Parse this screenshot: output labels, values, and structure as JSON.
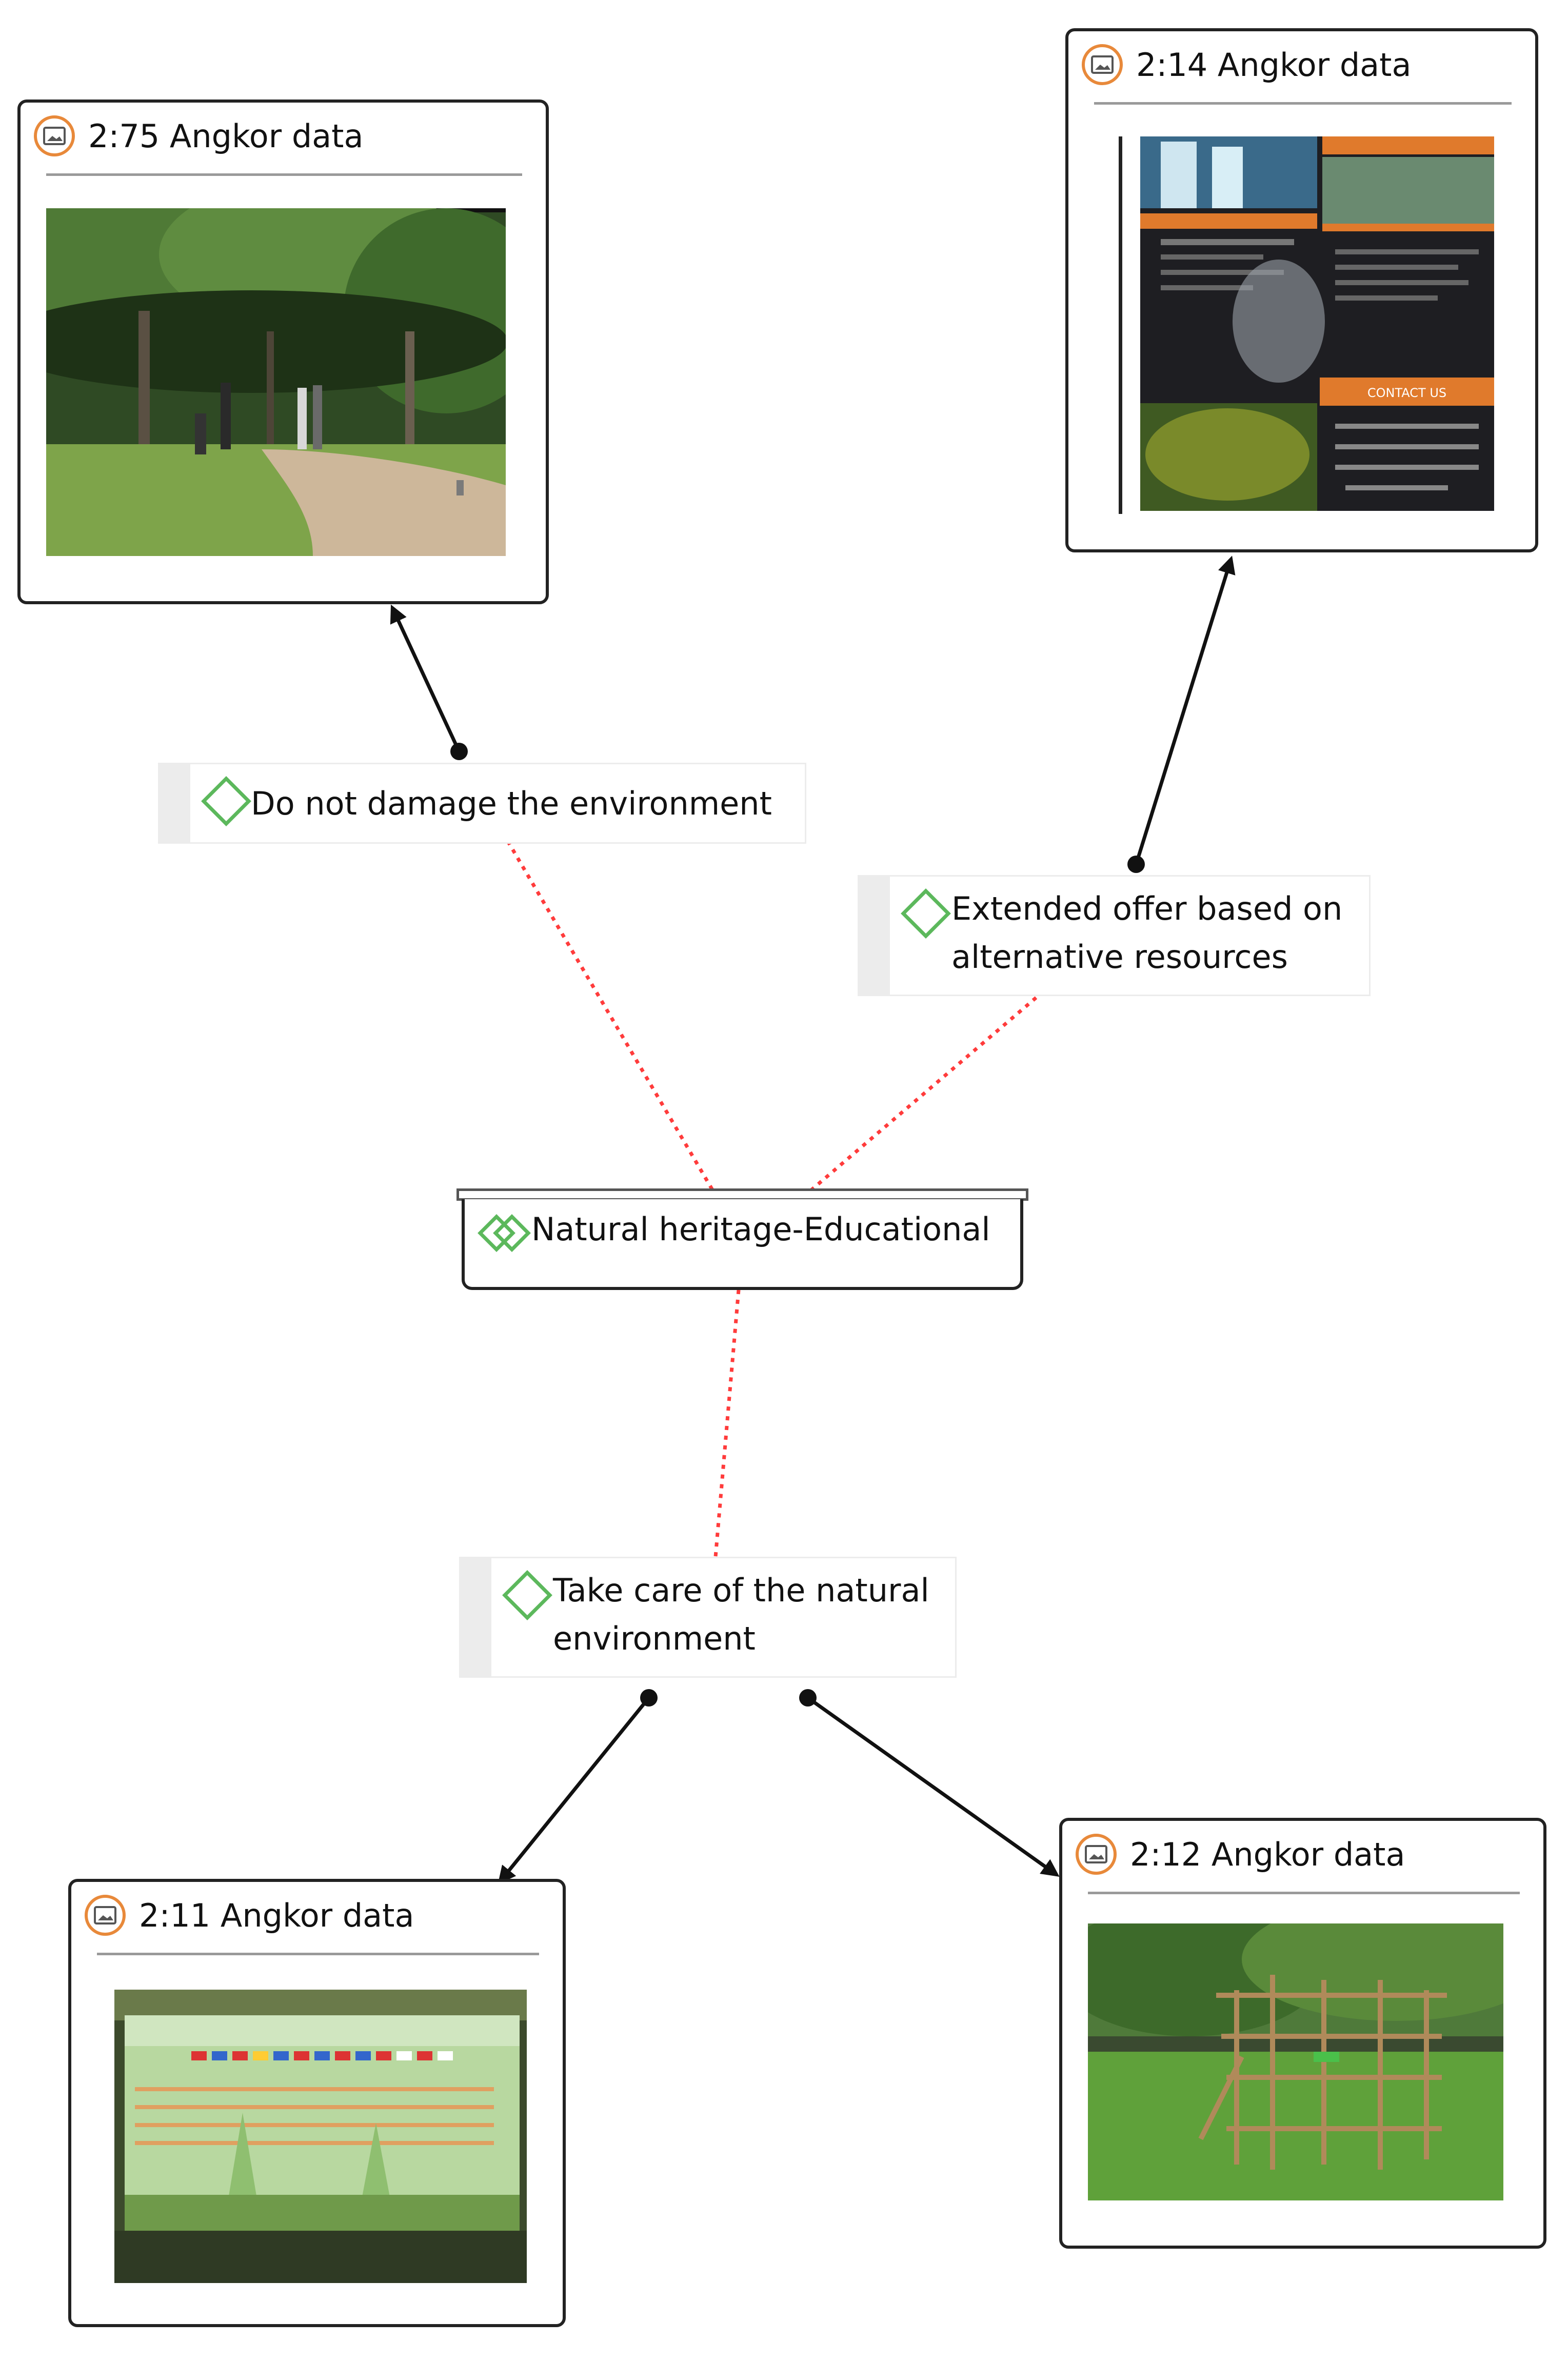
{
  "documents": {
    "d275": {
      "title": "2:75 Angkor data",
      "image_icon": "image-icon",
      "photo": "park trees and dirt path with visitors"
    },
    "d214": {
      "title": "2:14 Angkor data",
      "image_icon": "image-icon",
      "photo": "tour brochure with waterfall photos",
      "brochure_heading": "CONTACT US"
    },
    "d211": {
      "title": "2:11 Angkor data",
      "image_icon": "image-icon",
      "photo": "green sign with flags and temple silhouettes"
    },
    "d212": {
      "title": "2:12 Angkor data",
      "image_icon": "image-icon",
      "photo": "bamboo play structure on lawn"
    }
  },
  "codes": {
    "damage": {
      "label": "Do not damage the environment",
      "icon": "diamond-code-icon"
    },
    "extended": {
      "label_line1": "Extended offer based on",
      "label_line2": "alternative resources",
      "icon": "diamond-code-icon"
    },
    "care": {
      "label_line1": "Take care of the natural",
      "label_line2": "environment",
      "icon": "diamond-code-icon"
    },
    "center": {
      "label": "Natural heritage-Educational",
      "icon": "double-diamond-code-icon"
    }
  },
  "colors": {
    "code_icon": "#5cb85c",
    "doc_icon": "#e8893a",
    "dotted_link": "#ff3b3b",
    "arrow_link": "#111111"
  }
}
